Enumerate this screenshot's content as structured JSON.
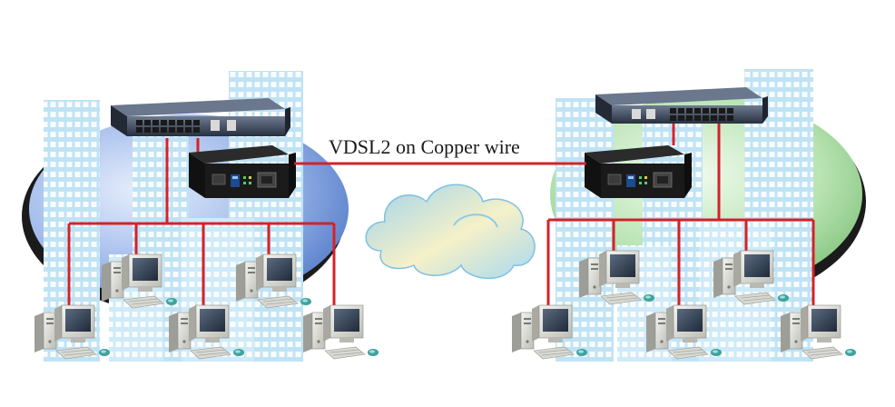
{
  "diagram": {
    "link_label": "VDSL2 on Copper wire",
    "colors": {
      "link": "#d4222a",
      "left_blob": "#7fa3df",
      "right_blob": "#9fd39a",
      "building": "#bfe3f5",
      "device": "#1c1c1c",
      "switch": "#3a4658"
    },
    "left_site": {
      "switch": "ethernet-switch",
      "converter": "vdsl2-converter",
      "computers": 5
    },
    "right_site": {
      "switch": "ethernet-switch",
      "converter": "vdsl2-converter",
      "computers": 5
    }
  }
}
